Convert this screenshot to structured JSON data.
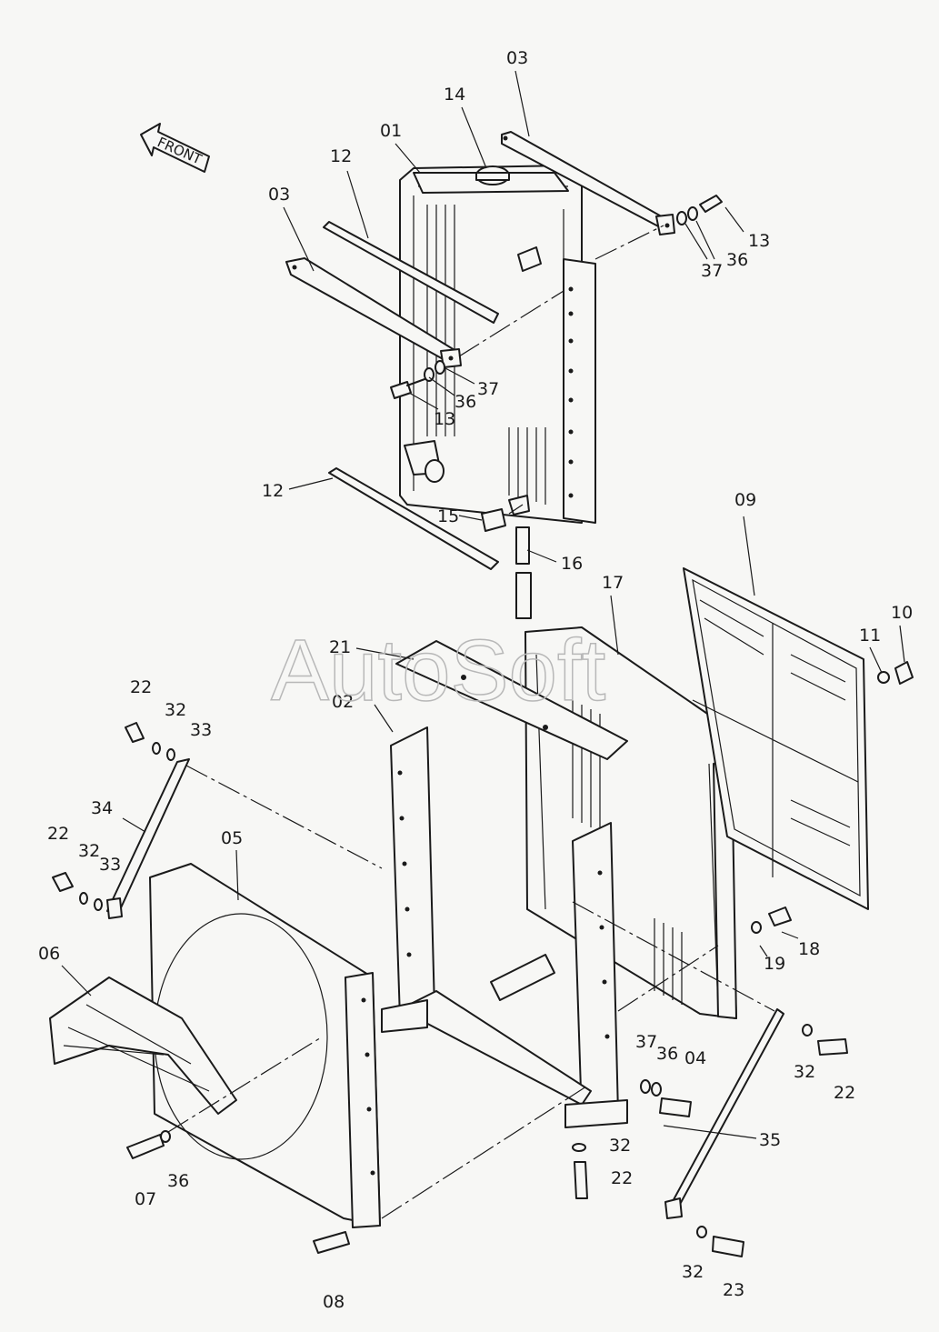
{
  "watermark": "AutoSoft",
  "front_arrow_text": "FRONT",
  "callouts": {
    "c01": "01",
    "c02": "02",
    "c03a": "03",
    "c03b": "03",
    "c04": "04",
    "c05": "05",
    "c06": "06",
    "c07": "07",
    "c08": "08",
    "c09": "09",
    "c10": "10",
    "c11": "11",
    "c12a": "12",
    "c12b": "12",
    "c13a": "13",
    "c13b": "13",
    "c14": "14",
    "c15": "15",
    "c16": "16",
    "c17": "17",
    "c18": "18",
    "c19": "19",
    "c21": "21",
    "c22a": "22",
    "c22b": "22",
    "c22c": "22",
    "c22d": "22",
    "c23": "23",
    "c32a": "32",
    "c32b": "32",
    "c32c": "32",
    "c32d": "32",
    "c32e": "32",
    "c33a": "33",
    "c33b": "33",
    "c34": "34",
    "c35": "35",
    "c36a": "36",
    "c36b": "36",
    "c36c": "36",
    "c36d": "36",
    "c37a": "37",
    "c37b": "37",
    "c37c": "37"
  }
}
